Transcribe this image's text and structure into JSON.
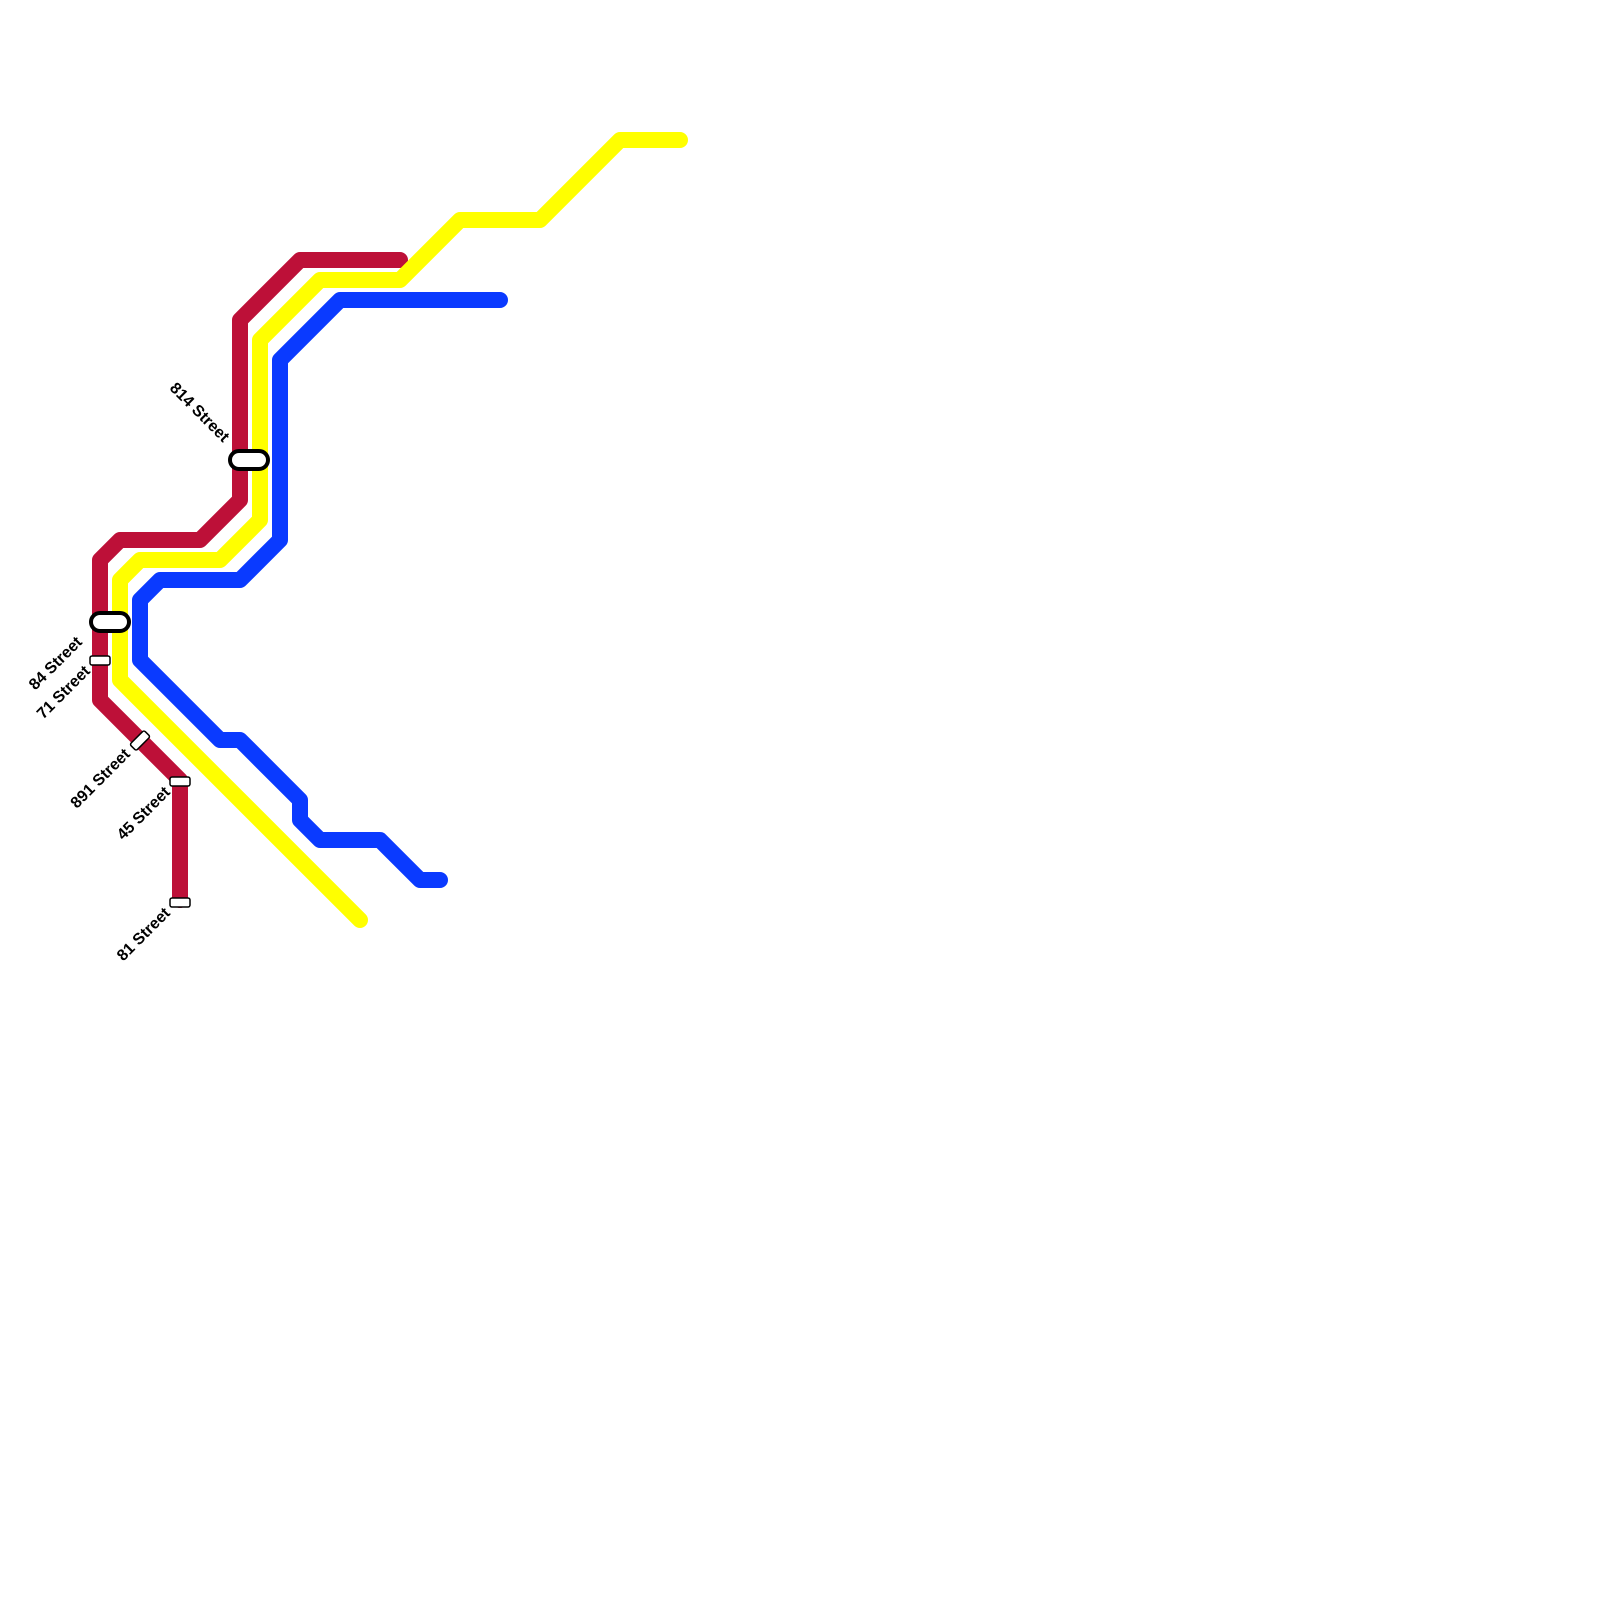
{
  "map": {
    "background": "#ffffff",
    "lines": [
      {
        "id": "red",
        "color": "#BD1038"
      },
      {
        "id": "yellow",
        "color": "#FFFF00"
      },
      {
        "id": "blue",
        "color": "#0A3AFF"
      }
    ],
    "stations": [
      {
        "id": "814",
        "label": "814 Street",
        "kind": "interchange"
      },
      {
        "id": "84",
        "label": "84 Street",
        "kind": "interchange"
      },
      {
        "id": "71",
        "label": "71 Street",
        "kind": "stop"
      },
      {
        "id": "891",
        "label": "891 Street",
        "kind": "stop"
      },
      {
        "id": "45",
        "label": "45 Street",
        "kind": "stop"
      },
      {
        "id": "81",
        "label": "81 Street",
        "kind": "stop"
      }
    ]
  }
}
